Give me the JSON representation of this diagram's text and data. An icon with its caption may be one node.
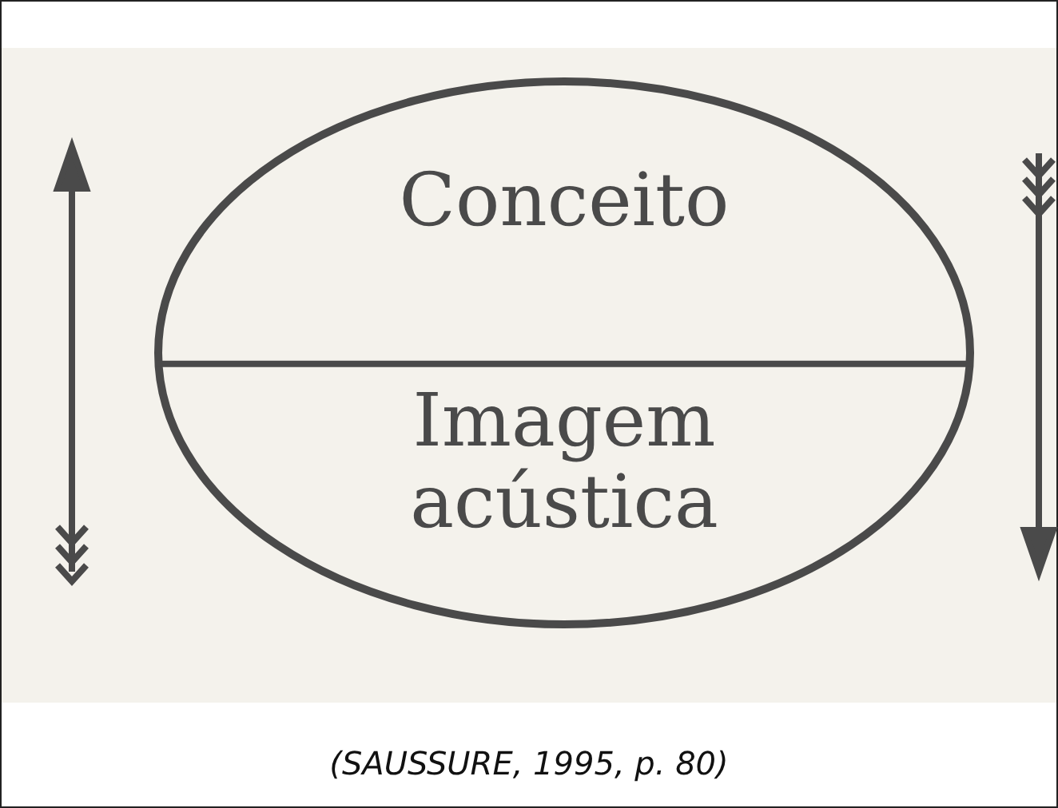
{
  "diagram": {
    "caption": "(SAUSSURE, 1995, p. 80)",
    "nodes": [
      {
        "text": [
          "Conceito",
          "Imagem acústica"
        ]
      }
    ]
  }
}
